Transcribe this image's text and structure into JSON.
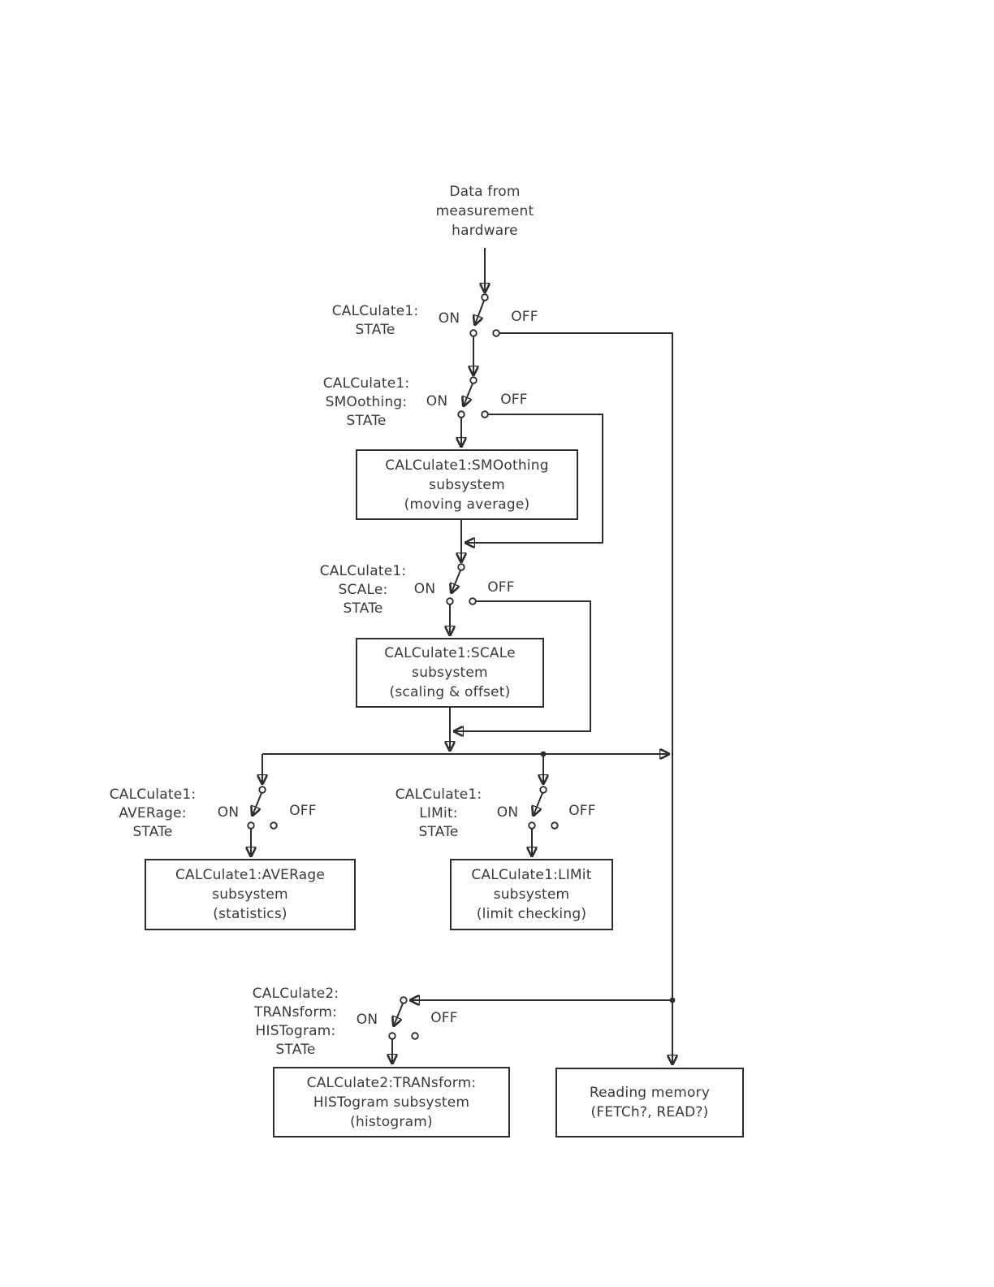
{
  "source": {
    "label": "Data from\nmeasurement\nhardware"
  },
  "switches": {
    "calc1_state": {
      "label": "CALCulate1:\nSTATe",
      "on": "ON",
      "off": "OFF"
    },
    "calc1_smoothing": {
      "label": "CALCulate1:\nSMOothing:\nSTATe",
      "on": "ON",
      "off": "OFF"
    },
    "calc1_scale": {
      "label": "CALCulate1:\nSCALe:\nSTATe",
      "on": "ON",
      "off": "OFF"
    },
    "calc1_average": {
      "label": "CALCulate1:\nAVERage:\nSTATe",
      "on": "ON",
      "off": "OFF"
    },
    "calc1_limit": {
      "label": "CALCulate1:\nLIMit:\nSTATe",
      "on": "ON",
      "off": "OFF"
    },
    "calc2_histogram": {
      "label": "CALCulate2:\nTRANsform:\nHISTogram:\nSTATe",
      "on": "ON",
      "off": "OFF"
    }
  },
  "boxes": {
    "smoothing": {
      "label": "CALCulate1:SMOothing\nsubsystem\n(moving average)"
    },
    "scale": {
      "label": "CALCulate1:SCALe\nsubsystem\n(scaling & offset)"
    },
    "average": {
      "label": "CALCulate1:AVERage\nsubsystem\n(statistics)"
    },
    "limit": {
      "label": "CALCulate1:LIMit\nsubsystem\n(limit checking)"
    },
    "histogram": {
      "label": "CALCulate2:TRANsform:\nHISTogram subsystem\n(histogram)"
    },
    "reading_memory": {
      "label": "Reading memory\n(FETCh?, READ?)"
    }
  },
  "colors": {
    "line": "#2d2d2d",
    "text": "#3a3a3a",
    "background": "#ffffff"
  }
}
